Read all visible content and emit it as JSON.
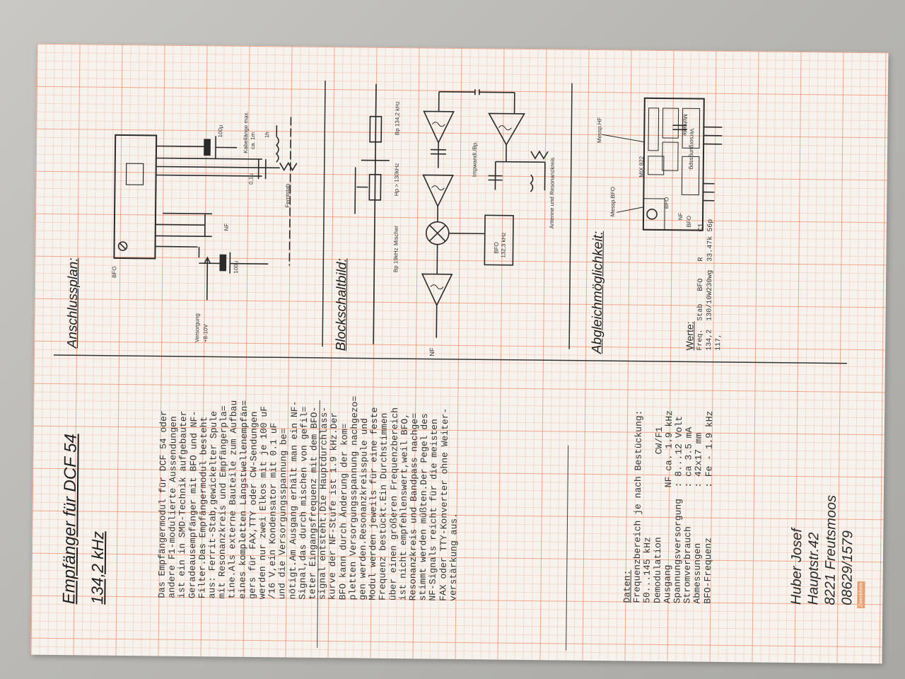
{
  "document": {
    "title": "Empfänger für DCF 54",
    "subtitle": "134,2 kHz",
    "description_lines": [
      "Das Empfängermodul für DCF 54 oder",
      "andere F1-modulierte Aussendungen",
      "ist ein in SMD-Technik aufgebauter",
      "Geradeausempfänger mit BFO und NF-",
      "Filter.Das Empfängermodul besteht",
      "aus: Ferrit-Stab,gewickelter Spule",
      "mit Resonanzkreis und Empfängerpla=",
      "tine.Als externe Bauteile zum Aufbau",
      "eines kompletten Längstwellenempfän=",
      "gers für FAX,TTY oder CW-Sendungen",
      "werden nur zwei Elkos mit je 100 uF",
      "/16 V,ein Kondensator mit 0.1 uF",
      "und die Versorgungsspannung be=",
      "nötigt.Am Ausgang erhält man ein NF-",
      "Signal,das durch mischen von gefil=",
      "teter Eingangsfrequenz mit dem BFO-",
      "signal entsteht.Die Hauptdurchlass-",
      "kurve der NF-Stufe ist 1.9 kHz.Der",
      "BFO kann durch Änderung der kom=",
      "pletten Versorgungsspannung nachgezo=",
      "gen werden.Resonanzkreisspule und",
      "Modul werden jeweils für eine feste",
      "Frequenz bestückt.Ein Durchstimmen",
      "über einen größeren Frequenzbereich",
      "ist nicht empfehlenswert,weil BFO,",
      "Resonanzkreis und Bandpass nachge=",
      "stimmt werden müßten.Der Pegel des",
      "NF-Signals reicht für die meisten",
      "FAX oder TTY-Konverter ohne Weiter-",
      "verstärkung aus."
    ],
    "data_heading": "Daten:",
    "data_lines": [
      "Frequenzbereich je nach Bestückung:",
      "50...145 kHz",
      "Demodulation               CW/F1",
      "Ausgang              NF ca. 1.9 kHz",
      "Spannungsversorgung  : 8...12 Volt",
      "Stromverbrauch       : ca 3.5 mA",
      "Abmessungen          : 42x17 mm",
      "BFO-Frequenz         : Fe - 1.9 kHz"
    ],
    "address_lines": [
      "Huber Josef",
      "Hauptstr.42",
      "8221 Freutsmoos",
      "08629/1579"
    ],
    "stamp": "Zweckform"
  },
  "sections": {
    "anschlussplan": {
      "heading": "Anschlussplan:",
      "labels": {
        "bfo": "BFO",
        "versorgung": "Versorgung",
        "volt": "+8-10V",
        "nf": "NF",
        "cap1": "100μ",
        "cap2": "100μ",
        "cap3": "0,1μ",
        "kabel": "Kabellänge max.",
        "kabel2": "ca. 1m",
        "coil": "1h",
        "ferrit": "Ferritstab"
      }
    },
    "blockschaltbild": {
      "heading": "Blockschaltbild:",
      "labels": {
        "bp_top": "Bp 134,2 kHz",
        "hp": "Hp > 130kHz",
        "bp19": "Bp 19kHz",
        "mischer": "Mischer",
        "bfo": "BFO",
        "bfo_freq": "132,3 kHz",
        "impwandler": "Impwandl./Bp.",
        "antenne": "Antenne und Resonanzkreis",
        "nf": "NF"
      }
    },
    "abgleich": {
      "heading": "Abgleichmöglichkeit:",
      "labels": {
        "messp_hf": "Messp.HF",
        "messp_bfo": "Messp.BFO",
        "mix": "MIX 822",
        "bfo_box": "BFO",
        "nf": "NF",
        "bfo2": "BFO",
        "versorg": "Versorgungsspg.",
        "mphable": "Mphable"
      },
      "werte_heading": "Werte:",
      "werte_header": [
        "Freq.",
        "Stab",
        "BFO",
        "R",
        "C1"
      ],
      "werte_rows": [
        [
          "134,2",
          "130/10W",
          "230wg",
          "33.47k",
          "56p"
        ],
        [
          "117,",
          "",
          "",
          "",
          ""
        ]
      ]
    }
  },
  "colors": {
    "paper": "#f6f3ee",
    "grid": "#ee825a",
    "ink": "#1e1e1e",
    "background": "#b9b8b4"
  }
}
